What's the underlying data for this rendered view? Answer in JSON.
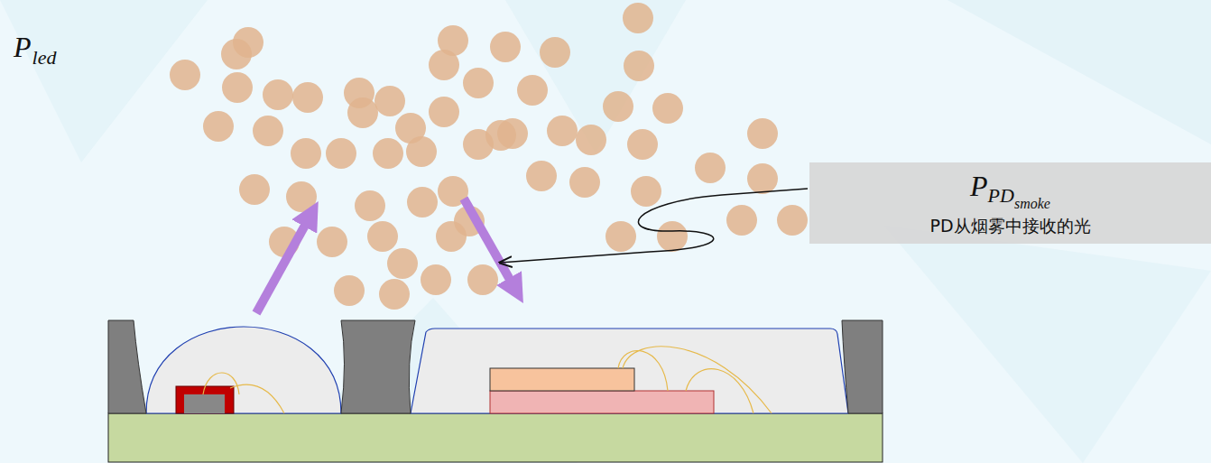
{
  "diagram": {
    "nodes": [
      {
        "text": [
          "P",
          "PD",
          "smoke",
          "PD从烟雾中接收的光"
        ]
      }
    ],
    "labels": [
      "P",
      "led"
    ]
  }
}
